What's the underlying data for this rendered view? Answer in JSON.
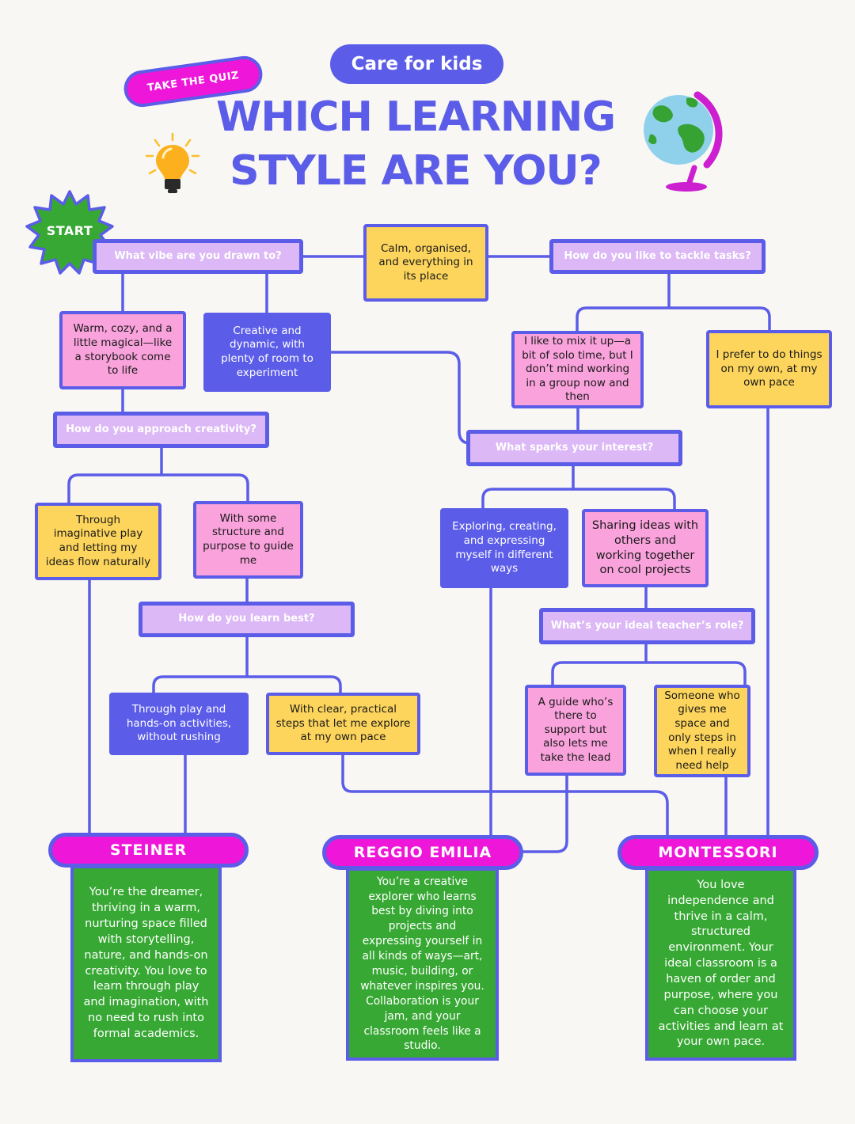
{
  "header": {
    "brand": "Care for kids",
    "quiz_badge": "TAKE THE QUIZ",
    "title_line1": "WHICH LEARNING",
    "title_line2": "STYLE ARE YOU?"
  },
  "start_label": "START",
  "questions": {
    "vibe": "What vibe are you drawn to?",
    "tasks": "How do you like to tackle tasks?",
    "creativity": "How do you approach creativity?",
    "interest": "What sparks your interest?",
    "learn": "How do you learn best?",
    "teacher": "What’s your ideal teacher’s role?"
  },
  "answers": {
    "calm": "Calm, organised, and everything in its place",
    "warm": "Warm, cozy, and a little magical—like a storybook come to life",
    "creative": "Creative and dynamic, with plenty of room to experiment",
    "mix": "I like to mix it up—a bit of solo time, but I don’t mind working in a group now and then",
    "own": "I prefer to do things on my own, at my own pace",
    "imaginative": "Through imaginative play and letting my ideas flow naturally",
    "structure": "With some structure and purpose to guide me",
    "exploring": "Exploring, creating, and expressing myself in different ways",
    "sharing": "Sharing ideas with others and working together on cool projects",
    "play": "Through play and hands-on activities, without rushing",
    "clear": "With clear, practical steps that let me explore at my own pace",
    "guide": "A guide who’s there to support but also lets me take the lead",
    "someone": "Someone who gives me space and only steps in when I really need help"
  },
  "results": {
    "steiner": {
      "label": "STEINER",
      "text": "You’re the dreamer, thriving in a warm, nurturing space filled with storytelling, nature, and hands-on creativity. You love to learn through play and imagination, with no need to rush into formal academics."
    },
    "reggio": {
      "label": "REGGIO EMILIA",
      "text": "You’re a creative explorer who learns best by diving into projects and expressing yourself in all kinds of ways—art, music, building, or whatever inspires you. Collaboration is your jam, and your classroom feels like a studio."
    },
    "montessori": {
      "label": "MONTESSORI",
      "text": "You love independence and thrive in a calm, structured environment. Your ideal classroom is a haven of order and purpose, where you can choose your activities and learn at your own pace."
    }
  },
  "colors": {
    "primary": "#5b5ce8",
    "magenta": "#ee16d9",
    "question": "#dcb8f6",
    "pink": "#f9a2dc",
    "yellow": "#fdd55c",
    "green": "#37a833",
    "background": "#f8f7f3"
  }
}
